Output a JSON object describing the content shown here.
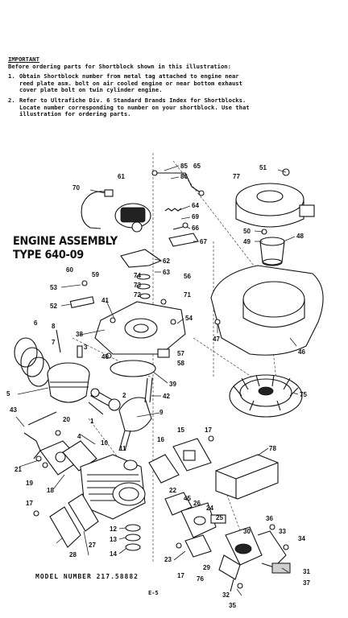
{
  "notes": {
    "heading": "IMPORTANT",
    "intro": "Before ordering parts for Shortblock shown in this illustration:",
    "items": [
      {
        "num": "1.",
        "text": "Obtain Shortblock number from metal tag attached to engine near reed plate asm. bolt on air cooled engine or near bottom exhaust cover plate bolt on twin cylinder engine."
      },
      {
        "num": "2.",
        "text": "Refer to Ultrafiche Div. 6 Standard Brands Index for Shortblocks. Locate number corresponding to number on your shortblock. Use that illustration for ordering parts."
      }
    ]
  },
  "title": {
    "line1": "ENGINE ASSEMBLY",
    "line2": "TYPE 640-09"
  },
  "footer": {
    "model": "MODEL NUMBER 217.58882",
    "page": "E-5"
  },
  "callouts": [
    "85",
    "86",
    "65",
    "61",
    "70",
    "77",
    "51",
    "64",
    "69",
    "66",
    "50",
    "49",
    "48",
    "67",
    "62",
    "63",
    "74",
    "73",
    "72",
    "60",
    "59",
    "53",
    "52",
    "56",
    "71",
    "41",
    "54",
    "47",
    "46",
    "38",
    "8",
    "7",
    "6",
    "3",
    "40",
    "57",
    "58",
    "39",
    "42",
    "2",
    "5",
    "75",
    "43",
    "20",
    "1",
    "9",
    "4",
    "10",
    "11",
    "16",
    "15",
    "17",
    "78",
    "21",
    "19",
    "18",
    "17",
    "22",
    "45",
    "26",
    "24",
    "25",
    "30",
    "36",
    "33",
    "34",
    "12",
    "13",
    "14",
    "27",
    "28",
    "23",
    "17",
    "29",
    "76",
    "31",
    "37",
    "32",
    "35"
  ]
}
